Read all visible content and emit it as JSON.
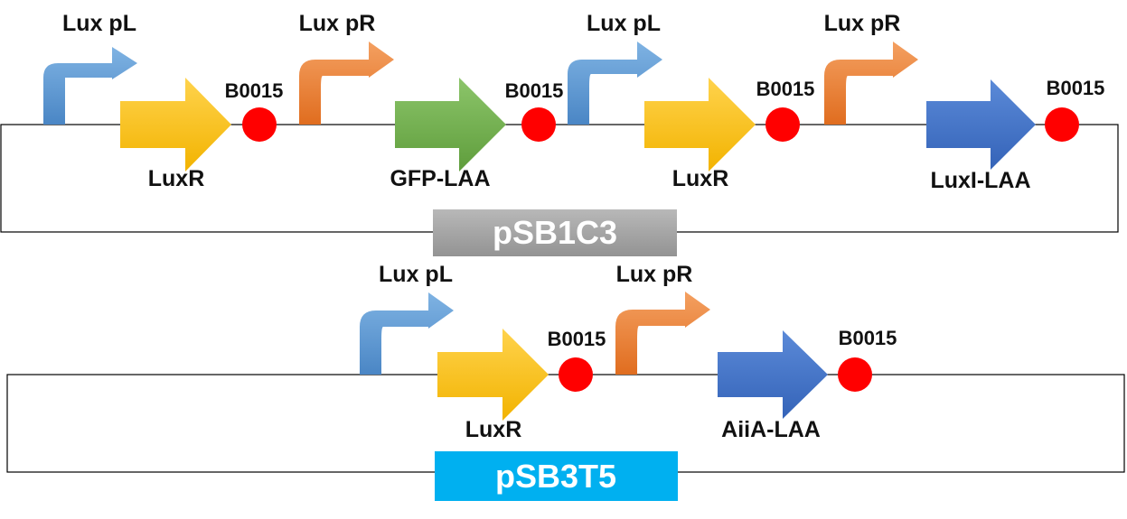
{
  "colors": {
    "lux_pl_promoter": "#5b9bd5",
    "lux_pr_promoter": "#ed7d31",
    "luxr_cds": "#ffc000",
    "gfp_cds": "#70ad47",
    "blue_cds": "#4472c4",
    "terminator": "#ff0000",
    "backbone_1_box": "#a6a6a6",
    "backbone_2_box": "#00b0f0"
  },
  "construct_1": {
    "promoter_1": "Lux pL",
    "gene_1": "LuxR",
    "terminator_1": "B0015",
    "promoter_2": "Lux pR",
    "gene_2": "GFP-LAA",
    "terminator_2": "B0015",
    "promoter_3": "Lux pL",
    "gene_3": "LuxR",
    "terminator_3": "B0015",
    "promoter_4": "Lux pR",
    "gene_4": "LuxI-LAA",
    "terminator_4": "B0015",
    "backbone": "pSB1C3"
  },
  "construct_2": {
    "promoter_1": "Lux pL",
    "gene_1": "LuxR",
    "terminator_1": "B0015",
    "promoter_2": "Lux pR",
    "gene_2": "AiiA-LAA",
    "terminator_2": "B0015",
    "backbone": "pSB3T5"
  }
}
